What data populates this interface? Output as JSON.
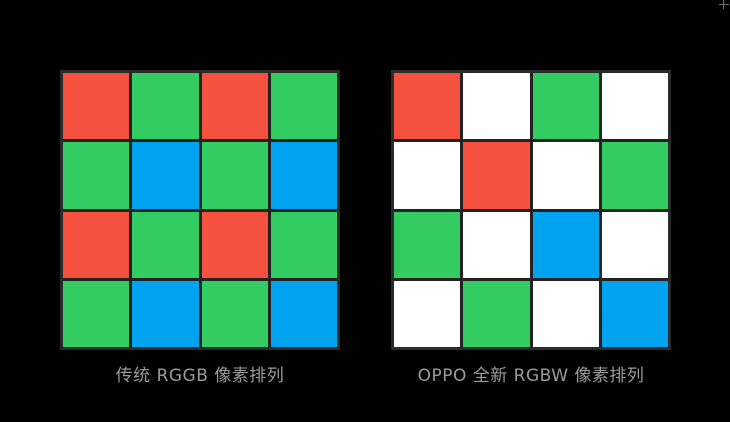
{
  "colors": {
    "R": "#f4513f",
    "G": "#33cc63",
    "B": "#00a3f0",
    "W": "#ffffff",
    "background": "#000000",
    "caption": "#9b9b9b"
  },
  "patterns": [
    {
      "caption": "传统 RGGB 像素排列",
      "grid": [
        [
          "R",
          "G",
          "R",
          "G"
        ],
        [
          "G",
          "B",
          "G",
          "B"
        ],
        [
          "R",
          "G",
          "R",
          "G"
        ],
        [
          "G",
          "B",
          "G",
          "B"
        ]
      ]
    },
    {
      "caption": "OPPO 全新 RGBW 像素排列",
      "grid": [
        [
          "R",
          "W",
          "G",
          "W"
        ],
        [
          "W",
          "R",
          "W",
          "G"
        ],
        [
          "G",
          "W",
          "B",
          "W"
        ],
        [
          "W",
          "G",
          "W",
          "B"
        ]
      ]
    }
  ]
}
